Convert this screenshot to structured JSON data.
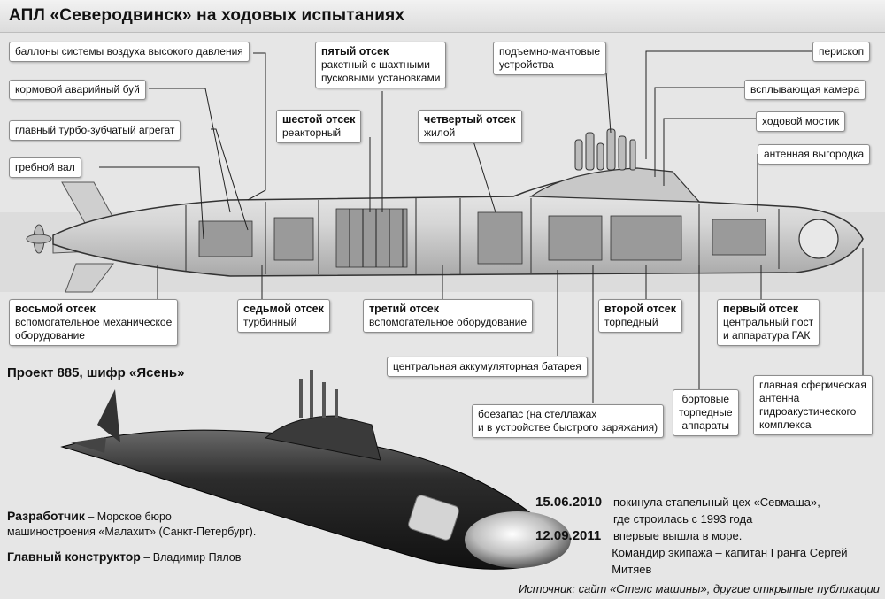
{
  "title": "АПЛ «Северодвинск» на ходовых испытаниях",
  "labels": {
    "air_tanks": "баллоны системы воздуха высокого давления",
    "stern_buoy": "кормовой аварийный буй",
    "turbo_gear": "главный турбо-зубчатый агрегат",
    "prop_shaft": "гребной вал",
    "fifth_title": "пятый отсек",
    "fifth_desc1": "ракетный с шахтными",
    "fifth_desc2": "пусковыми установками",
    "sixth_title": "шестой отсек",
    "sixth_desc": "реакторный",
    "fourth_title": "четвертый отсек",
    "fourth_desc": "жилой",
    "masts1": "подъемно-мачтовые",
    "masts2": "устройства",
    "periscope": "перископ",
    "escape_chamber": "всплывающая камера",
    "bridge": "ходовой мостик",
    "antenna_buoy": "антенная выгородка",
    "eighth_title": "восьмой отсек",
    "eighth_desc1": "вспомогательное механическое",
    "eighth_desc2": "оборудование",
    "seventh_title": "седьмой отсек",
    "seventh_desc": "турбинный",
    "third_title": "третий отсек",
    "third_desc": "вспомогательное оборудование",
    "second_title": "второй отсек",
    "second_desc": "торпедный",
    "first_title": "первый отсек",
    "first_desc1": "центральный пост",
    "first_desc2": "и аппаратура ГАК",
    "battery": "центральная аккумуляторная батарея",
    "ammo1": "боезапас (на стеллажах",
    "ammo2": "и в устройстве быстрого заряжания)",
    "tubes1": "бортовые",
    "tubes2": "торпедные",
    "tubes3": "аппараты",
    "sonar1": "главная сферическая",
    "sonar2": "антенна",
    "sonar3": "гидроакустического",
    "sonar4": "комплекса"
  },
  "project": "Проект 885, шифр «Ясень»",
  "developer": {
    "label": "Разработчик",
    "text1": " – Морское бюро",
    "text2": "машиностроения «Малахит» (Санкт-Петербург)."
  },
  "designer": {
    "label": "Главный конструктор",
    "text": " – Владимир Пялов"
  },
  "dates": [
    {
      "date": "15.06.2010",
      "line1": "покинула стапельный цех «Севмаша»,",
      "line2": "где строилась с 1993 года"
    },
    {
      "date": "12.09.2011",
      "line1": "впервые вышла в море.",
      "line2": "Командир экипажа – капитан I ранга Сергей Митяев"
    }
  ],
  "source": "Источник: сайт «Стелс машины», другие открытые публикации",
  "colors": {
    "background": "#e6e6e6",
    "hull": "#d8d8d8",
    "sub_dark": "#2a2a2a"
  }
}
